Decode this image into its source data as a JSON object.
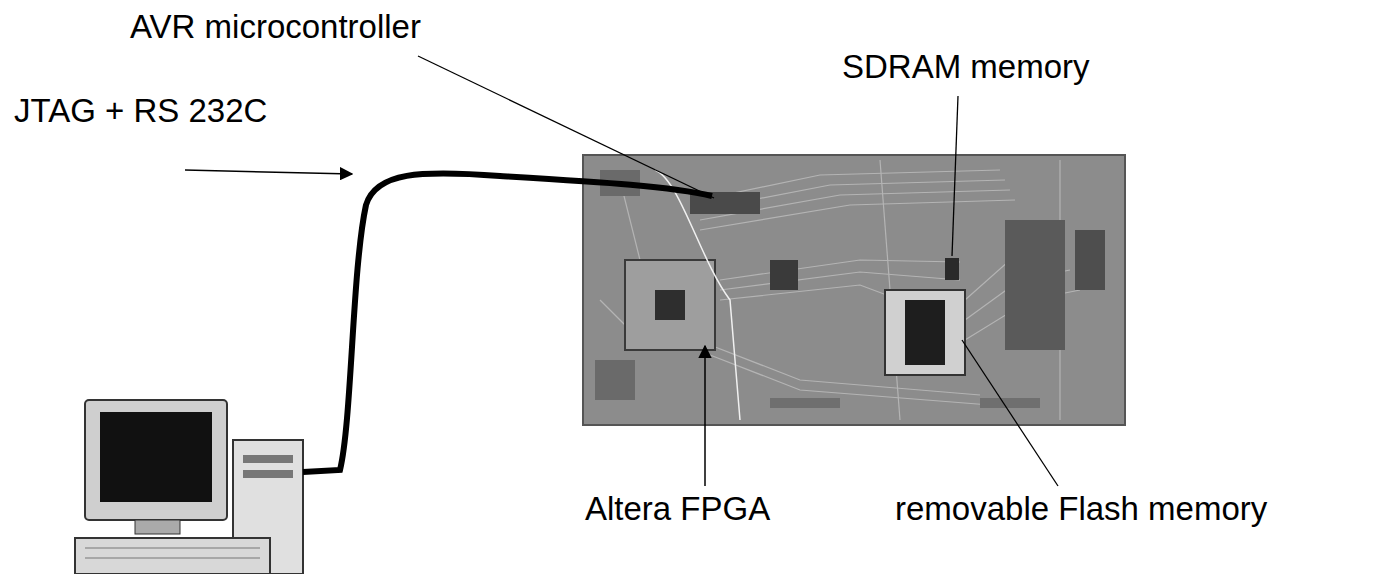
{
  "diagram": {
    "labels": [
      "AVR microcontroller",
      "SDRAM memory",
      "JTAG + RS 232C",
      "Altera FPGA",
      "removable Flash memory"
    ]
  }
}
